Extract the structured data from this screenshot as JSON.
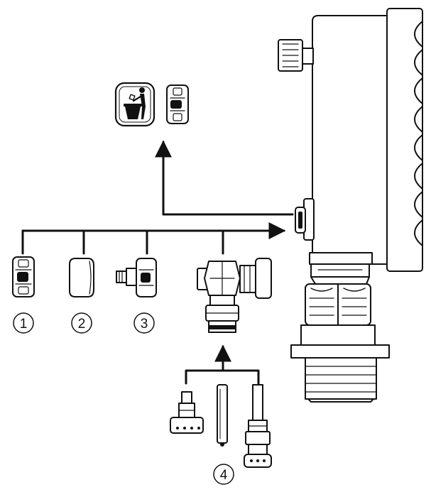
{
  "labels": {
    "option_1": "1",
    "option_2": "2",
    "option_3": "3",
    "option_4": "4"
  },
  "icons": {
    "disposal": "trash-bin-disposal-icon"
  },
  "colors": {
    "line": "#111111",
    "paper": "#ffffff"
  }
}
